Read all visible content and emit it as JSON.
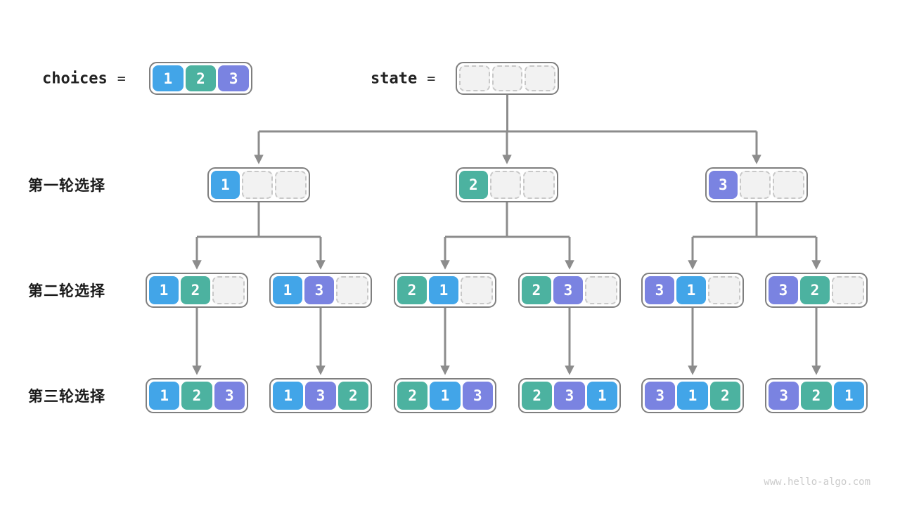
{
  "header": {
    "choices_label": "choices",
    "state_label": "state",
    "equals": "=",
    "choices_values": [
      1,
      2,
      3
    ],
    "state_values": [
      null,
      null,
      null
    ]
  },
  "rows": [
    {
      "label": "第一轮选择",
      "nodes": [
        [
          1,
          null,
          null
        ],
        [
          2,
          null,
          null
        ],
        [
          3,
          null,
          null
        ]
      ]
    },
    {
      "label": "第二轮选择",
      "nodes": [
        [
          1,
          2,
          null
        ],
        [
          1,
          3,
          null
        ],
        [
          2,
          1,
          null
        ],
        [
          2,
          3,
          null
        ],
        [
          3,
          1,
          null
        ],
        [
          3,
          2,
          null
        ]
      ]
    },
    {
      "label": "第三轮选择",
      "nodes": [
        [
          1,
          2,
          3
        ],
        [
          1,
          3,
          2
        ],
        [
          2,
          1,
          3
        ],
        [
          2,
          3,
          1
        ],
        [
          3,
          1,
          2
        ],
        [
          3,
          2,
          1
        ]
      ]
    }
  ],
  "palette": {
    "1": "#42a5e8",
    "2": "#4cb2a0",
    "3": "#7a83e1",
    "empty_fill": "#f2f2f2",
    "empty_border": "#c8c8c8",
    "node_border": "#7f7f7f",
    "line": "#8c8c8c",
    "label_color": "#1a1a1a",
    "watermark_color": "#cbcbcb"
  },
  "watermark": "www.hello-algo.com"
}
